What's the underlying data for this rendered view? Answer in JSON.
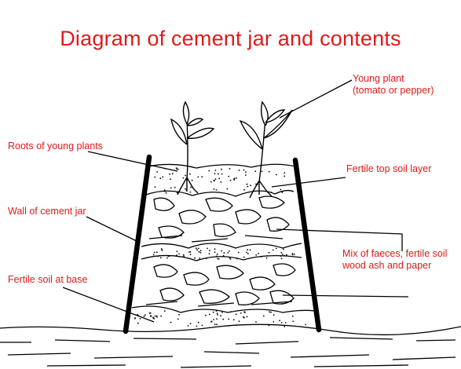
{
  "title": "Diagram of cement jar and contents",
  "labels": {
    "young_plant": [
      "Young plant",
      "(tomato or pepper)"
    ],
    "roots": "Roots of young plants",
    "top_soil": "Fertile top soil layer",
    "wall": "Wall of cement jar",
    "mix": [
      "Mix of faeces, fertile soil",
      "wood ash and paper"
    ],
    "base_soil": "Fertile soil at base"
  },
  "colors": {
    "label": "#e01a1a",
    "line": "#000000"
  }
}
